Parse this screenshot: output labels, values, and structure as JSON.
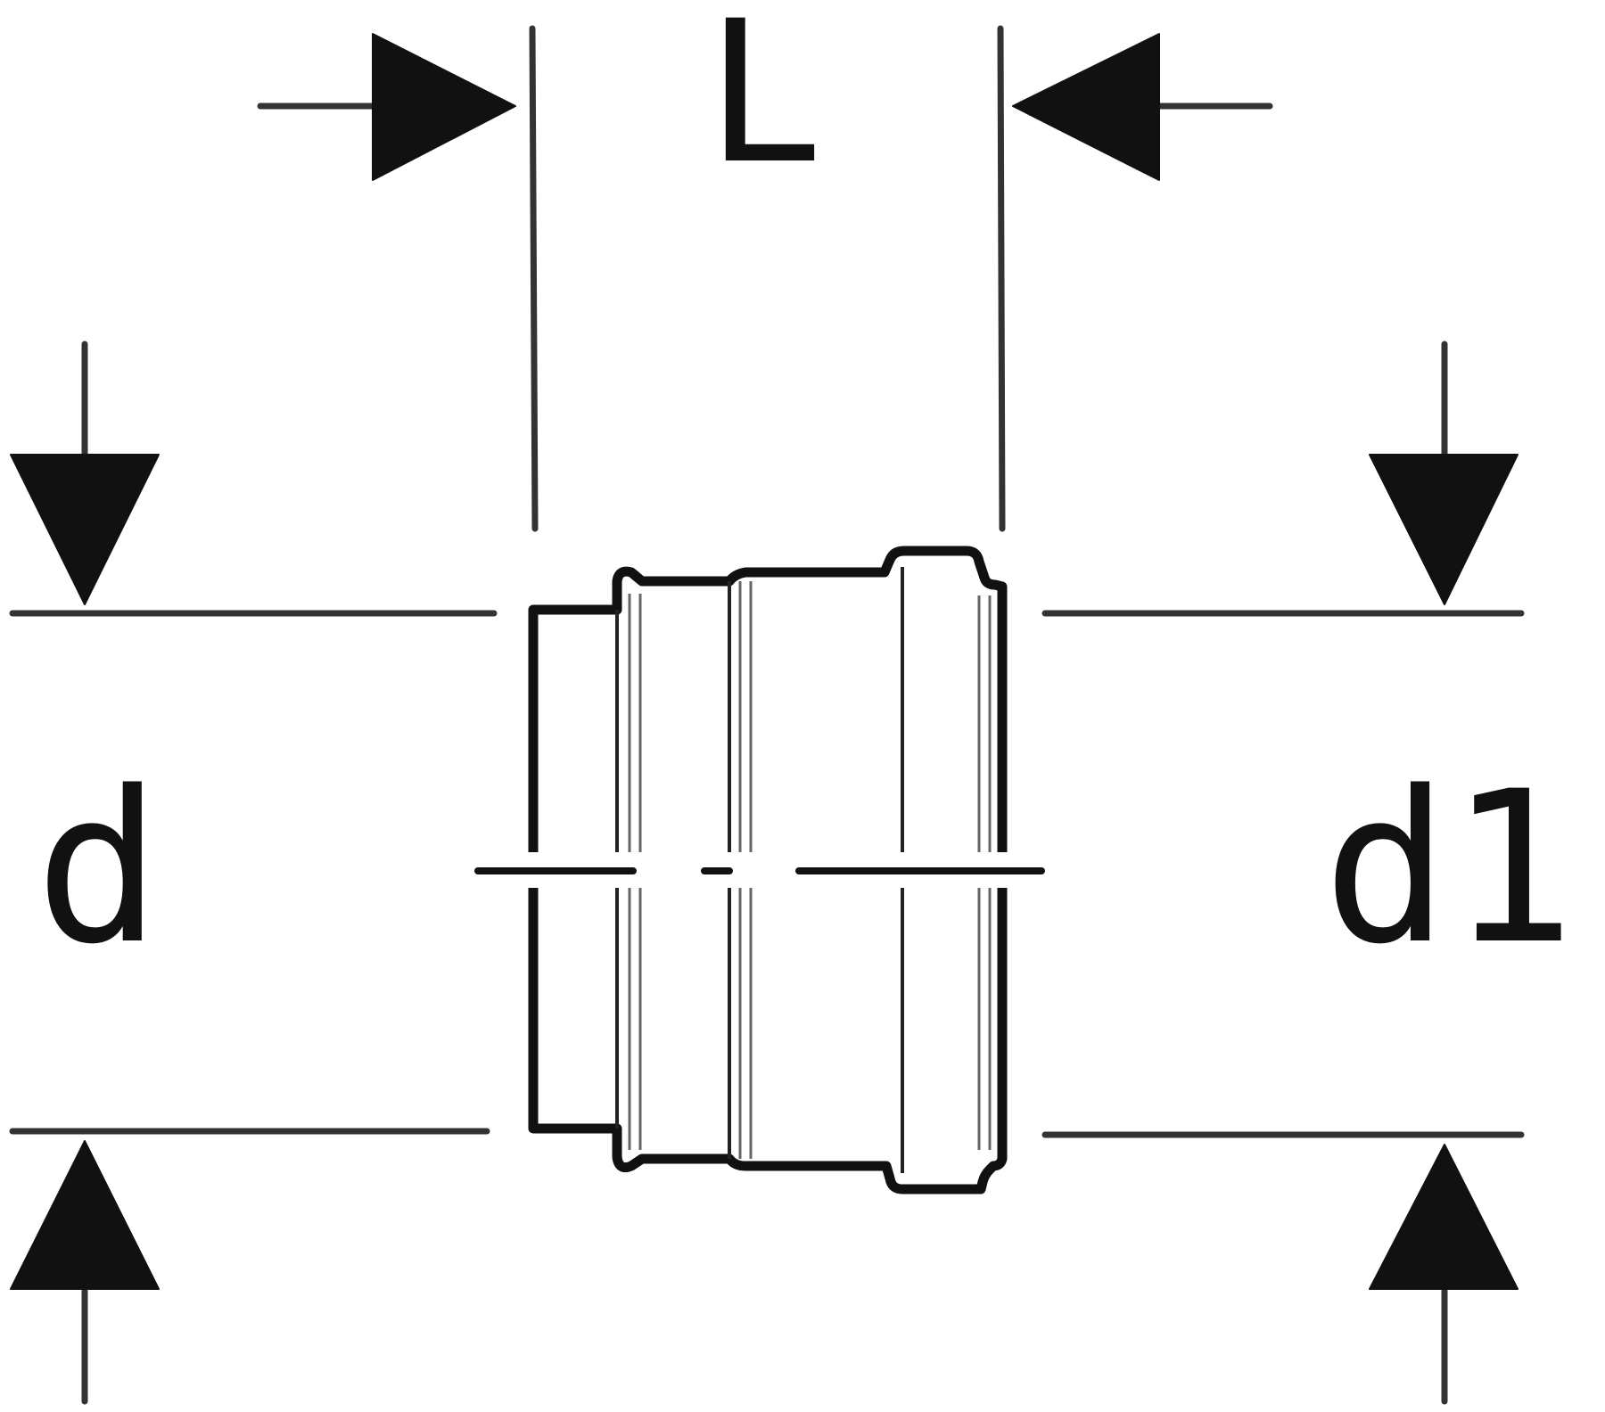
{
  "diagram": {
    "labels": {
      "length": "L",
      "inlet_diameter": "d",
      "outlet_diameter": "d1"
    },
    "colors": {
      "ink": "#111111",
      "background": "#ffffff"
    }
  }
}
